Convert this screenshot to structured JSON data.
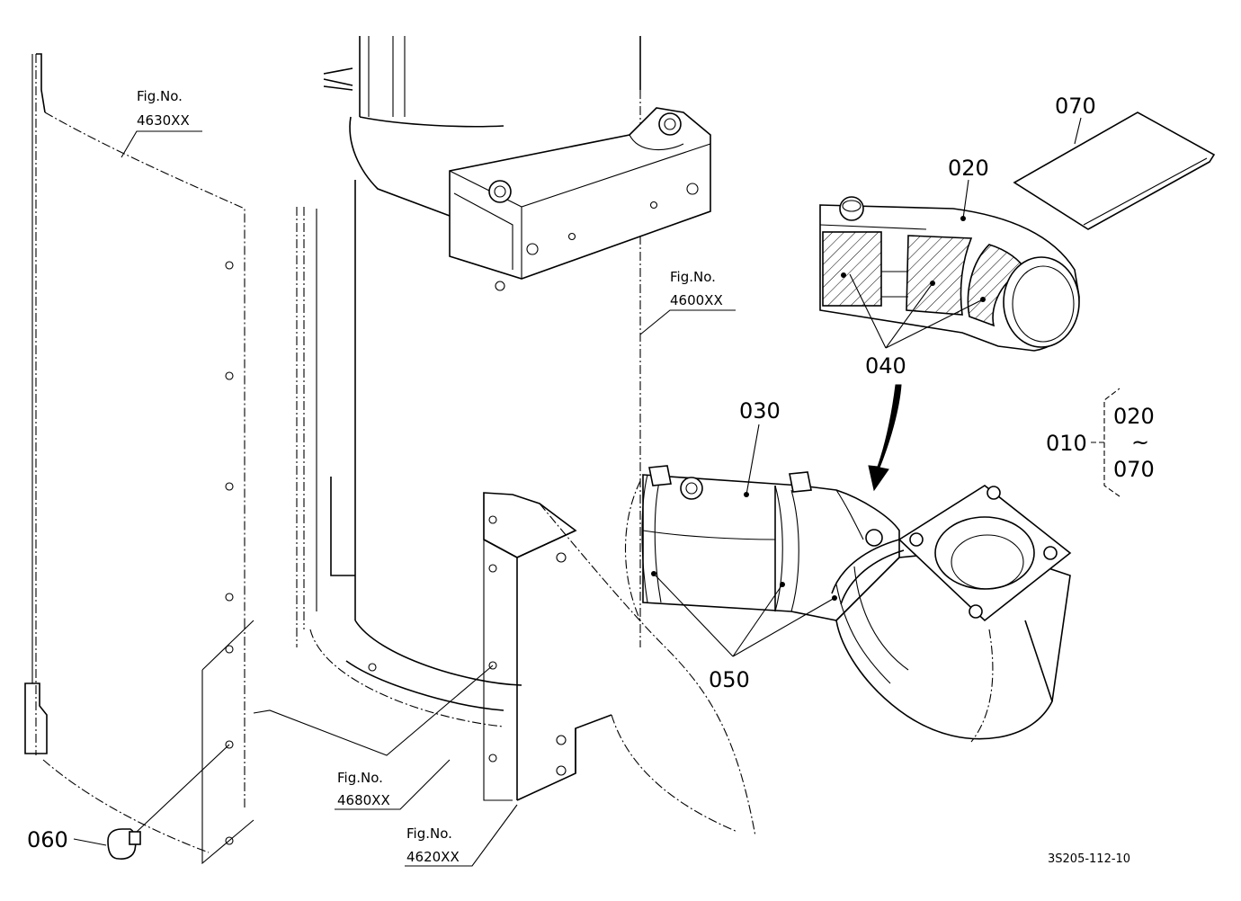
{
  "drawing_code": "3S205-112-10",
  "parts": {
    "p010": "010",
    "p020": "020",
    "p030": "030",
    "p040": "040",
    "p050": "050",
    "p060": "060",
    "p070": "070"
  },
  "group_bracket": {
    "from": "020",
    "tilde": "~",
    "to": "070"
  },
  "figure_refs": {
    "f4630": {
      "label": "Fig.No.",
      "number": "4630XX"
    },
    "f4600": {
      "label": "Fig.No.",
      "number": "4600XX"
    },
    "f4680": {
      "label": "Fig.No.",
      "number": "4680XX"
    },
    "f4620": {
      "label": "Fig.No.",
      "number": "4620XX"
    }
  }
}
